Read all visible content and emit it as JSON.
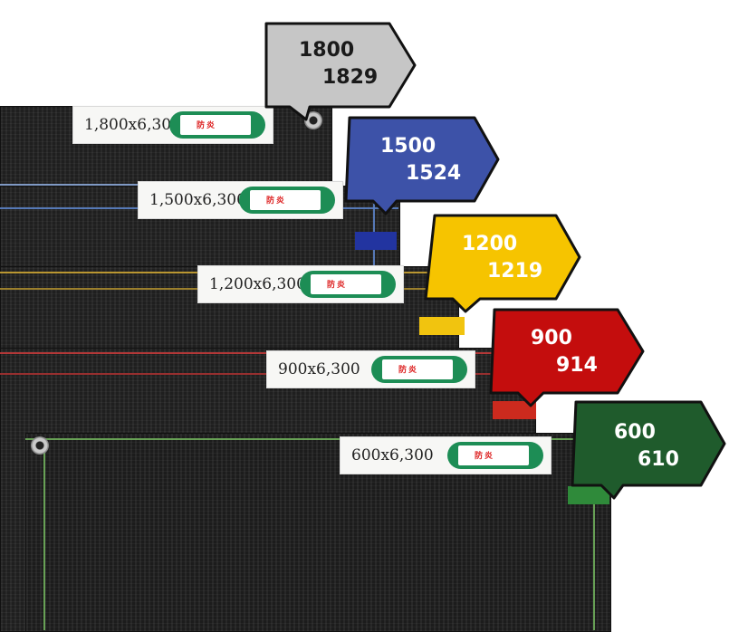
{
  "nets": [
    {
      "label": "1,800x6,300",
      "mm": "1800",
      "inch_mm": "1829",
      "color": "#c6c6c6",
      "text_color": "#1a1a1a"
    },
    {
      "label": "1,500x6,300",
      "mm": "1500",
      "inch_mm": "1524",
      "color": "#3d52a8",
      "text_color": "#ffffff"
    },
    {
      "label": "1,200x6,300",
      "mm": "1200",
      "inch_mm": "1219",
      "color": "#f6c400",
      "text_color": "#ffffff"
    },
    {
      "label": "900x6,300",
      "mm": "900",
      "inch_mm": "914",
      "color": "#c40d0d",
      "text_color": "#ffffff"
    },
    {
      "label": "600x6,300",
      "mm": "600",
      "inch_mm": "610",
      "color": "#1f5b2c",
      "text_color": "#ffffff"
    }
  ]
}
